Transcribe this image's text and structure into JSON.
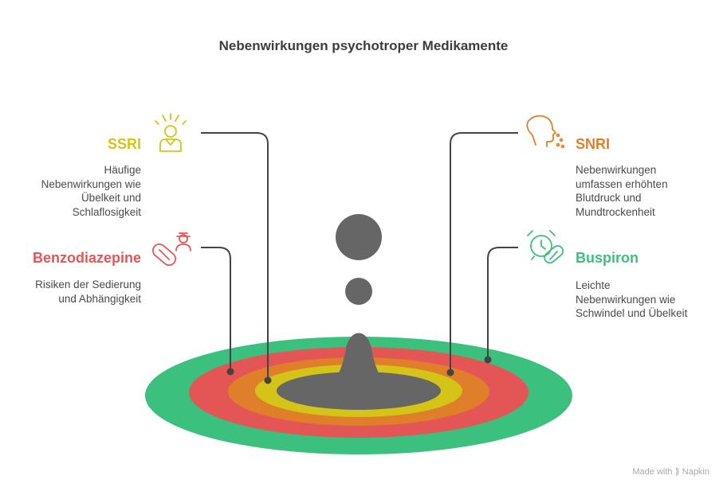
{
  "title": "Nebenwirkungen psychotroper Medikamente",
  "items": {
    "ssri": {
      "heading": "SSRI",
      "desc": [
        "Häufige",
        "Nebenwirkungen wie",
        "Übelkeit und",
        "Schlaflosigkeit"
      ],
      "color": "#d4c417",
      "icon": "stressed-person-icon"
    },
    "benzo": {
      "heading": "Benzodiazepine",
      "desc": [
        "Risiken der Sedierung",
        "und Abhängigkeit"
      ],
      "color": "#e45656",
      "icon": "pill-person-icon"
    },
    "snri": {
      "heading": "SNRI",
      "desc": [
        "Nebenwirkungen",
        "umfassen erhöhten",
        "Blutdruck und",
        "Mundtrockenheit"
      ],
      "color": "#e07f2a",
      "icon": "head-breath-icon"
    },
    "buspiron": {
      "heading": "Buspiron",
      "desc": [
        "Leichte",
        "Nebenwirkungen wie",
        "Schwindel und Übelkeit"
      ],
      "color": "#3cc07e",
      "icon": "alarm-clock-pill-icon"
    }
  },
  "rings": {
    "colors": [
      "#3cc07e",
      "#e45656",
      "#e07f2a",
      "#d4c417",
      "#666666"
    ],
    "center_color": "#666666"
  },
  "watermark": "Made with ⟫ Napkin"
}
